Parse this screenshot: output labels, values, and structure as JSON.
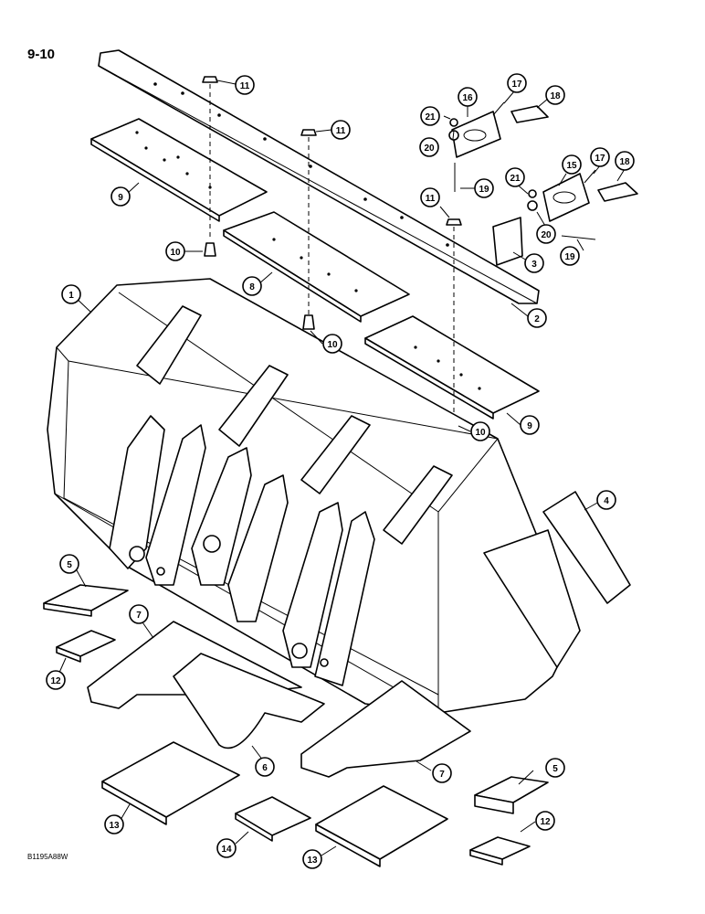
{
  "page_number": "9-10",
  "figure_code": "B1195A88W",
  "callouts": {
    "c1": "1",
    "c2": "2",
    "c3": "3",
    "c4": "4",
    "c5a": "5",
    "c5b": "5",
    "c6": "6",
    "c7a": "7",
    "c7b": "7",
    "c8": "8",
    "c9a": "9",
    "c9b": "9",
    "c10a": "10",
    "c10b": "10",
    "c10c": "10",
    "c11a": "11",
    "c11b": "11",
    "c11c": "11",
    "c12a": "12",
    "c12b": "12",
    "c13a": "13",
    "c13b": "13",
    "c14": "14",
    "c15": "15",
    "c16": "16",
    "c17a": "17",
    "c17b": "17",
    "c18a": "18",
    "c18b": "18",
    "c19a": "19",
    "c19b": "19",
    "c20a": "20",
    "c20b": "20",
    "c21a": "21",
    "c21b": "21"
  }
}
